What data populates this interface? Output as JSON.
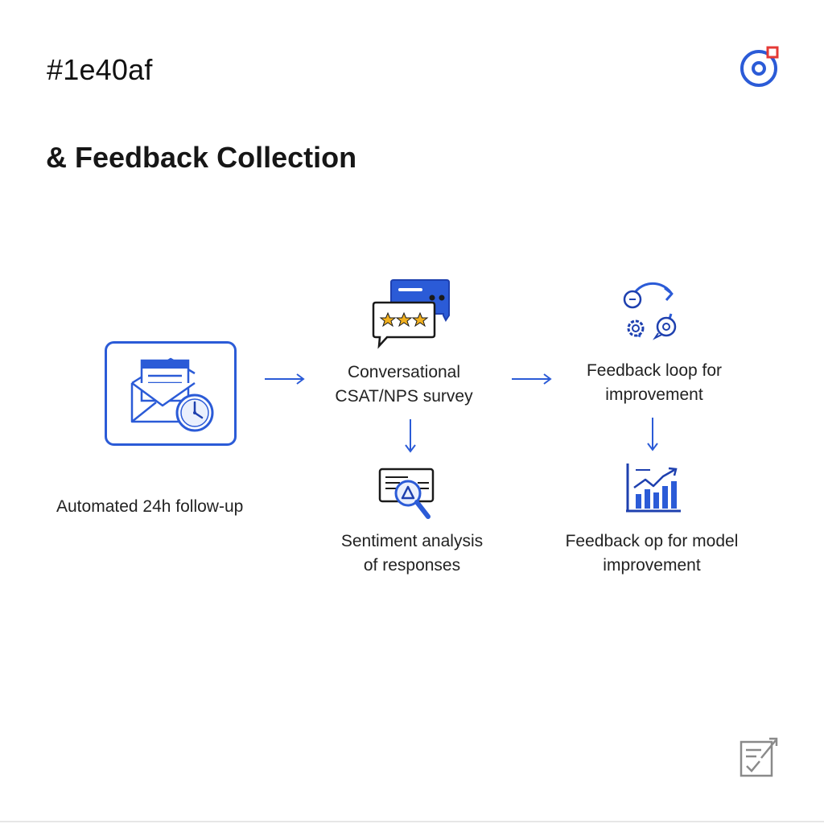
{
  "header": {
    "brand_hex": "#1e40af",
    "title": "& Feedback Collection"
  },
  "colors": {
    "accent": "#1e40af",
    "icon_blue": "#2b5bd7",
    "star_yellow": "#f2b01e",
    "logo_red": "#e53935",
    "text": "#222222"
  },
  "steps": {
    "followup": {
      "label": "Automated 24h follow-up",
      "icon": "envelope-clock-icon"
    },
    "survey": {
      "line1": "Conversational",
      "line2": "CSAT/NPS survey",
      "icon": "chat-rating-icon"
    },
    "loop": {
      "line1": "Feedback loop for",
      "line2": "improvement",
      "icon": "cycle-gears-icon"
    },
    "sentiment": {
      "line1": "Sentiment analysis",
      "line2": "of responses",
      "icon": "magnify-analysis-icon"
    },
    "model": {
      "line1": "Feedback op for model",
      "line2": "improvement",
      "icon": "bar-chart-trend-icon"
    }
  },
  "icons": {
    "logo": "target-logo-icon",
    "footer": "checklist-icon"
  }
}
